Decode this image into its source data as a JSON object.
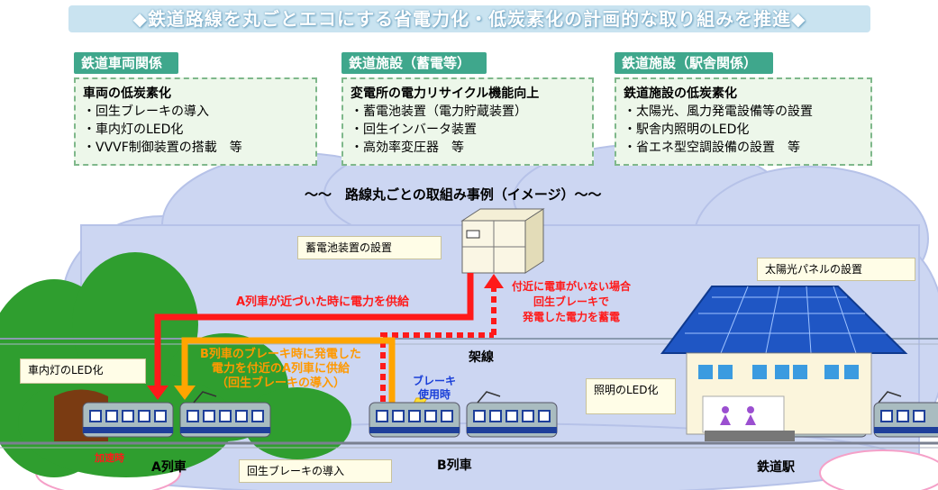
{
  "banner": "◆鉄道路線を丸ごとエコにする省電力化・低炭素化の計画的な取り組みを推進◆",
  "categories": [
    {
      "tab": "鉄道車両関係",
      "heading": "車両の低炭素化",
      "items": [
        "・回生ブレーキの導入",
        "・車内灯のLED化",
        "・VVVF制御装置の搭載　等"
      ]
    },
    {
      "tab": "鉄道施設（蓄電等）",
      "heading": "変電所の電力リサイクル機能向上",
      "items": [
        "・蓄電池装置（電力貯蔵装置）",
        "・回生インバータ装置",
        "・高効率変圧器　等"
      ]
    },
    {
      "tab": "鉄道施設（駅舎関係）",
      "heading": "鉄道施設の低炭素化",
      "items": [
        "・太陽光、風力発電設備等の設置",
        "・駅舎内照明のLED化",
        "・省エネ型空調設備の設置　等"
      ]
    }
  ],
  "diagram": {
    "title": "～～　路線丸ごとの取組み事例（イメージ）～～",
    "battery_note": "蓄電池装置の設置",
    "solar_note": "太陽光パネルの設置",
    "interior_led_note": "車内灯のLED化",
    "lighting_led_note": "照明のLED化",
    "regen_note": "回生ブレーキの導入",
    "red_arrow_text": "A列車が近づいた時に電力を供給",
    "charge_text": "付近に電車がいない場合\n回生ブレーキで\n発電した電力を蓄電",
    "orange_text": "B列車のブレーキ時に発電した\n電力を付近のA列車に供給\n（回生ブレーキの導入）",
    "overhead_label": "架線",
    "brake_label": "ブレーキ\n使用時",
    "accel_label": "加速時",
    "train_a": "A列車",
    "train_b": "B列車",
    "station": "鉄道駅"
  },
  "colors": {
    "red_arrow": "#ff1a1a",
    "orange_arrow": "#ffa500",
    "tab_green": "#3fa78c",
    "cloud": "#ccd6f2",
    "hill": "#2f9e2f"
  }
}
